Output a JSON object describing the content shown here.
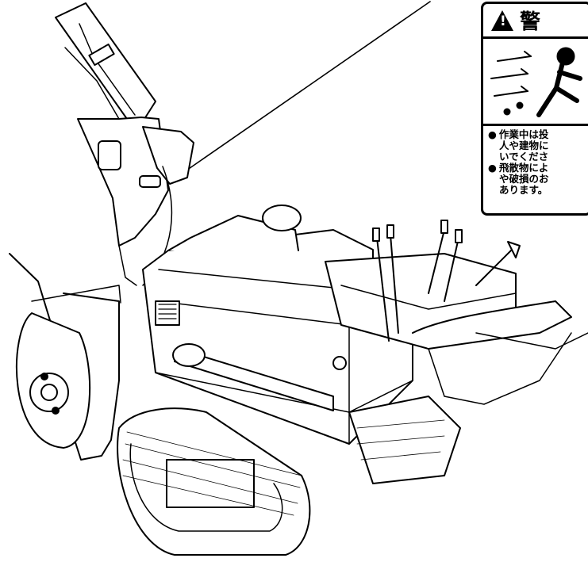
{
  "warning_label": {
    "title": "警",
    "icon": "warning-triangle-icon",
    "bullet_1_lines": [
      "作業中は投",
      "人や建物に",
      "いでくださ"
    ],
    "bullet_2_lines": [
      "飛散物によ",
      "や破損のお",
      "あります。"
    ],
    "bullet_mark": "●",
    "exclamation": "!"
  }
}
